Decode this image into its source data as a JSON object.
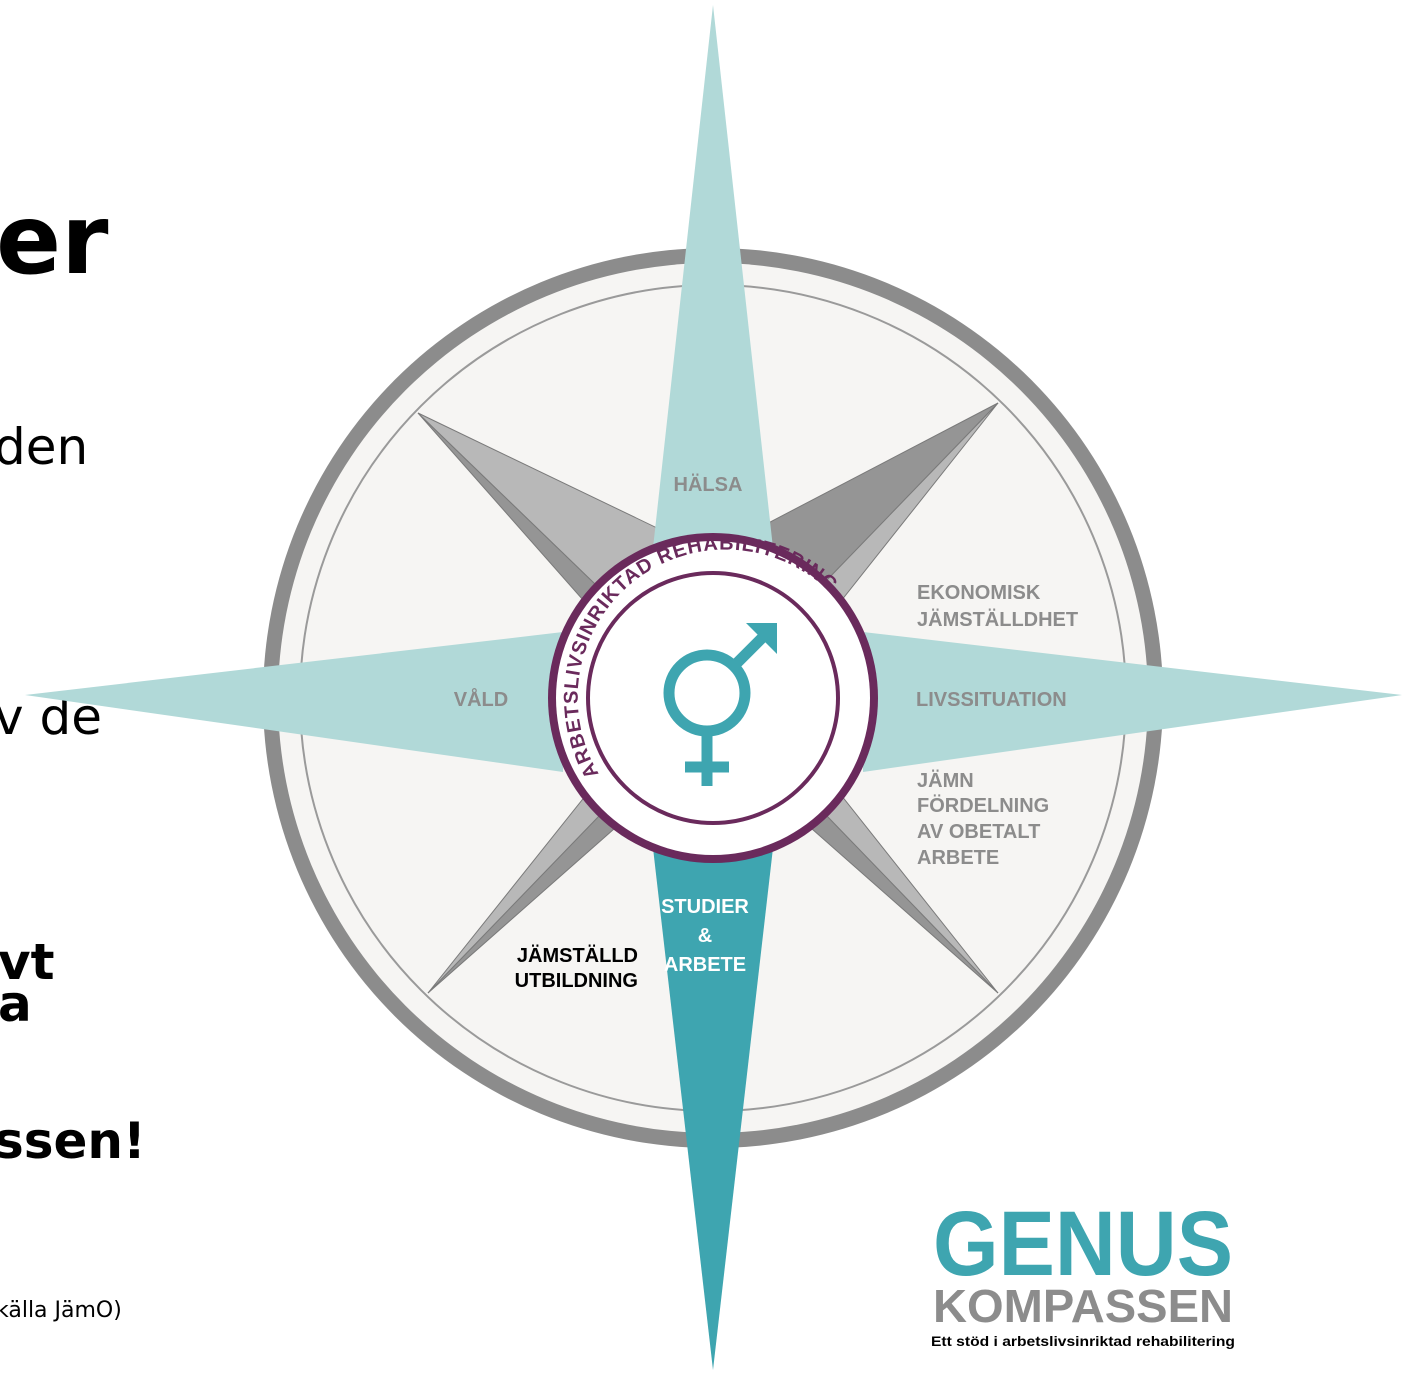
{
  "left_text": {
    "heading": "er",
    "line1": "den",
    "line2": "v de",
    "bold_line1": "vt",
    "bold_line2": "a",
    "bold_line3": "ssen!",
    "source": "källa JämO)"
  },
  "compass": {
    "ring_label": "ARBETSLIVSINRIKTAD REHABILITERING",
    "symbol": "gender-symbol-icon",
    "labels": {
      "north": "HÄLSA",
      "west": "VÅLD",
      "east": "LIVSSITUATION",
      "northeast_1": "EKONOMISK",
      "northeast_2": "JÄMSTÄLLDHET",
      "southeast_1": "JÄMN",
      "southeast_2": "FÖRDELNING",
      "southeast_3": "AV OBETALT",
      "southeast_4": "ARBETE",
      "south_1": "STUDIER",
      "south_2": "&",
      "south_3": "ARBETE",
      "southwest_1": "JÄMSTÄLLD",
      "southwest_2": "UTBILDNING"
    }
  },
  "logo": {
    "line1": "GENUS",
    "line2": "KOMPASSEN",
    "tagline": "Ett stöd i arbetslivsinriktad rehabilitering"
  },
  "colors": {
    "teal_light": "#b1d9d8",
    "teal_dark": "#3ea5b0",
    "purple": "#6a2a5c",
    "ring_grey": "#8c8c8c",
    "diag_dark": "#959595",
    "diag_light": "#b8b8b8",
    "face": "#f6f5f3",
    "label_grey": "#8c8c8c"
  }
}
